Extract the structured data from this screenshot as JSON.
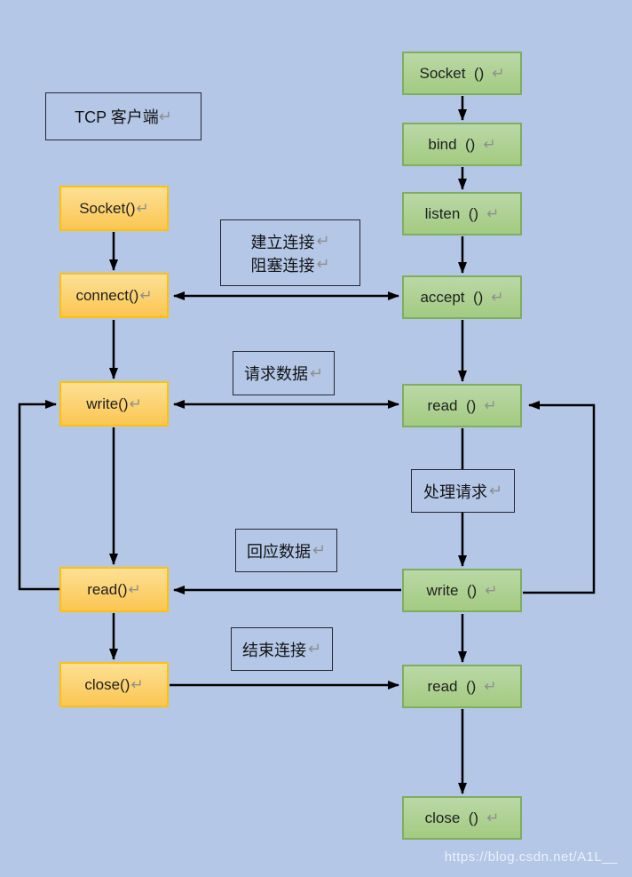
{
  "return_mark": "↵",
  "title": "TCP 客户端",
  "client_nodes": [
    "Socket()",
    "connect()",
    "write()",
    "read()",
    "close()"
  ],
  "server_nodes": [
    "Socket  ()",
    "bind  ()",
    "listen  ()",
    "accept  ()",
    "read  ()",
    "write  ()",
    "read  ()",
    "close  ()"
  ],
  "edge_labels": {
    "establish_line1": "建立连接",
    "establish_line2": "阻塞连接",
    "request": "请求数据",
    "process": "处理请求",
    "response": "回应数据",
    "finish": "结束连接"
  },
  "watermark": "https://blog.csdn.net/A1L__",
  "colors": {
    "background": "#b4c7e7",
    "client_box_fill_top": "#fde095",
    "client_box_fill_bottom": "#fbc652",
    "client_box_border": "#fec008",
    "server_box_fill_top": "#bad8a6",
    "server_box_fill_bottom": "#a3cb81",
    "server_box_border": "#7fae5e",
    "label_box_border": "#26262e",
    "arrow": "#000000",
    "return_mark": "#8f8f8f",
    "watermark": "#ffffff"
  }
}
